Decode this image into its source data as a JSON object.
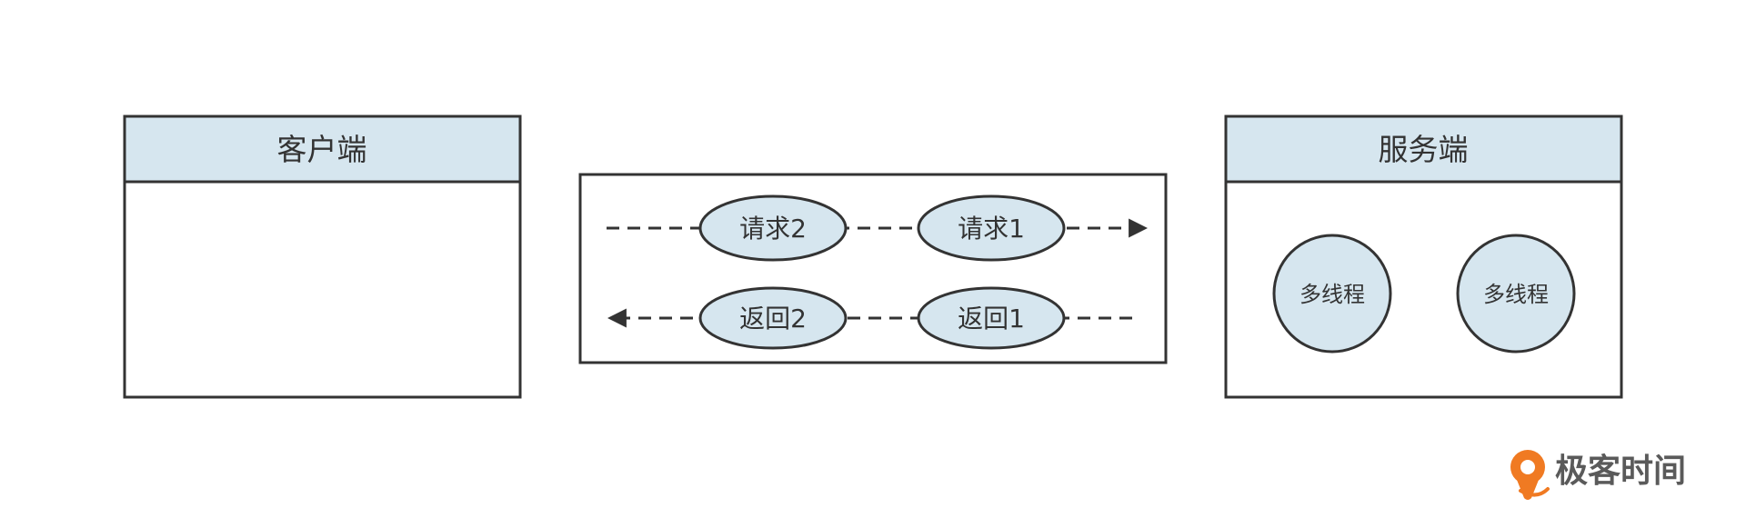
{
  "client": {
    "title": "客户端"
  },
  "server": {
    "title": "服务端",
    "threads": [
      "多线程",
      "多线程"
    ]
  },
  "channel": {
    "requests": [
      "请求2",
      "请求1"
    ],
    "responses": [
      "返回2",
      "返回1"
    ]
  },
  "logo": {
    "text": "极客时间",
    "icon": "geektime-logo-icon",
    "accent": "#f07a22"
  },
  "colors": {
    "header_fill": "#d6e6ef",
    "node_fill": "#d6e6ef",
    "stroke": "#333333"
  }
}
